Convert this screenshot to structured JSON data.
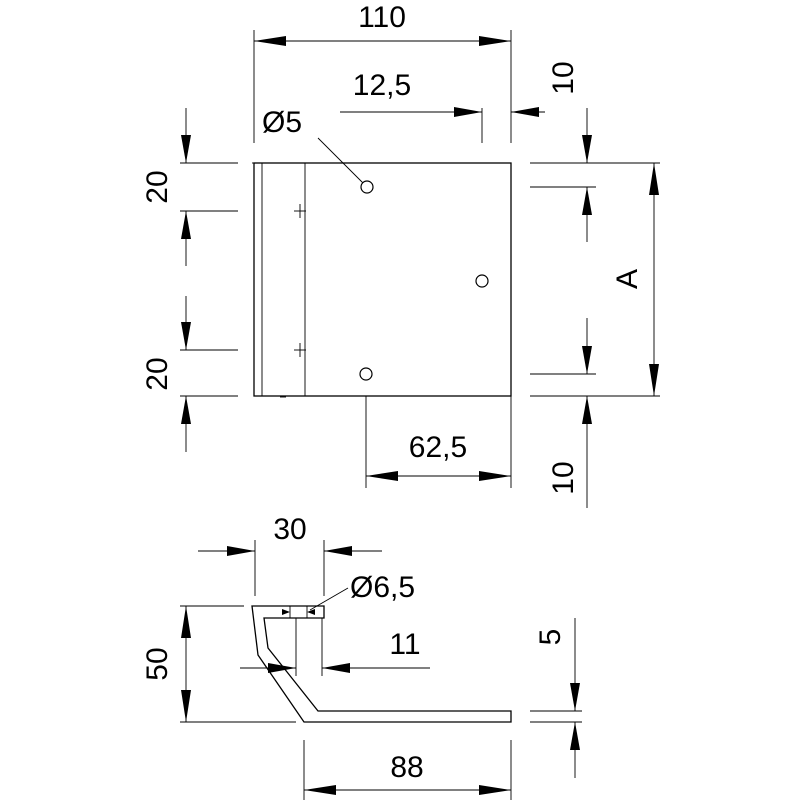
{
  "dimensions": {
    "top_width": "110",
    "hole_offset_top": "12,5",
    "edge_right_top": "10",
    "hole_diameter_small": "Ø5",
    "left_top": "20",
    "left_bottom": "20",
    "height_a": "A",
    "hole_offset_bottom": "62,5",
    "edge_right_bottom": "10",
    "flange_width": "30",
    "hole_diameter_large": "Ø6,5",
    "bend_offset": "11",
    "thickness": "5",
    "side_height": "50",
    "base_length": "88"
  }
}
